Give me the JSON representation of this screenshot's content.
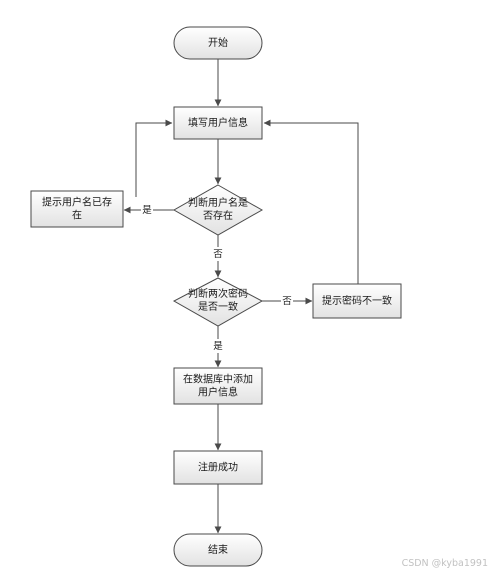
{
  "flowchart": {
    "nodes": {
      "start": "开始",
      "fill_info": "填写用户信息",
      "check_user_line1": "判断用户名是",
      "check_user_line2": "否存在",
      "user_exists_line1": "提示用户名已存",
      "user_exists_line2": "在",
      "check_pwd_line1": "判断两次密码",
      "check_pwd_line2": "是否一致",
      "pwd_mismatch": "提示密码不一致",
      "add_db_line1": "在数据库中添加",
      "add_db_line2": "用户信息",
      "register_ok": "注册成功",
      "end": "结束"
    },
    "edge_labels": {
      "yes_user_exists": "是",
      "no_user_exists": "否",
      "no_pwd_match": "否",
      "yes_pwd_match": "是"
    }
  },
  "watermark": "CSDN @kyba1991",
  "colors": {
    "node_fill_top": "#ffffff",
    "node_fill_bottom": "#e2e2e2",
    "stroke": "#4a4a4a",
    "text": "#1a1a1a",
    "watermark": "#c2c2c2"
  }
}
